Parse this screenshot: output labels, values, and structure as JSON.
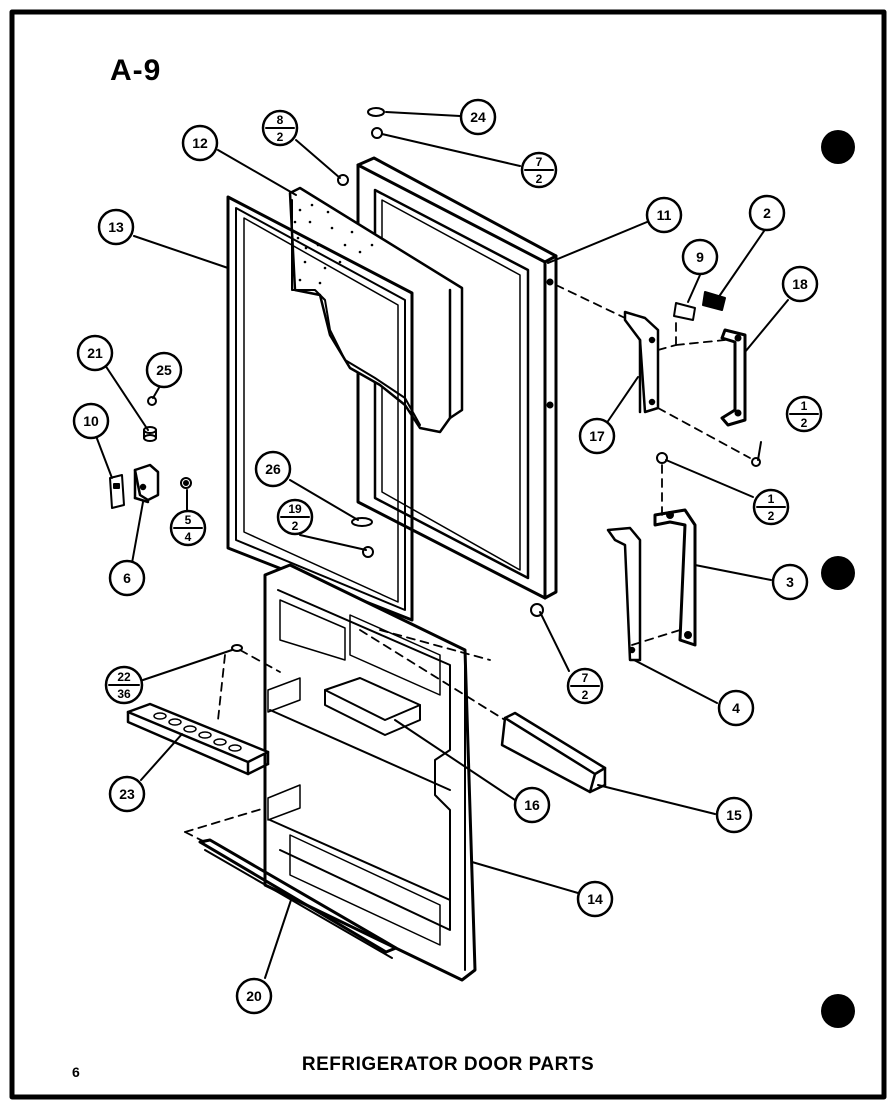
{
  "page": {
    "title": "A-9",
    "caption": "REFRIGERATOR DOOR PARTS",
    "page_number": "6"
  },
  "callouts": [
    {
      "id": "c24",
      "label": "24"
    },
    {
      "id": "c8_2",
      "num": "8",
      "den": "2"
    },
    {
      "id": "c7_2a",
      "num": "7",
      "den": "2"
    },
    {
      "id": "c12",
      "label": "12"
    },
    {
      "id": "c13",
      "label": "13"
    },
    {
      "id": "c11",
      "label": "11"
    },
    {
      "id": "c2",
      "label": "2"
    },
    {
      "id": "c9",
      "label": "9"
    },
    {
      "id": "c18",
      "label": "18"
    },
    {
      "id": "c21",
      "label": "21"
    },
    {
      "id": "c25",
      "label": "25"
    },
    {
      "id": "c10",
      "label": "10"
    },
    {
      "id": "c17",
      "label": "17"
    },
    {
      "id": "c1_2a",
      "num": "1",
      "den": "2"
    },
    {
      "id": "c26",
      "label": "26"
    },
    {
      "id": "c1_2b",
      "num": "1",
      "den": "2"
    },
    {
      "id": "c5_4",
      "num": "5",
      "den": "4"
    },
    {
      "id": "c19_2",
      "num": "19",
      "den": "2"
    },
    {
      "id": "c6",
      "label": "6"
    },
    {
      "id": "c3",
      "label": "3"
    },
    {
      "id": "c7_2b",
      "num": "7",
      "den": "2"
    },
    {
      "id": "c22_36",
      "num": "22",
      "den": "36"
    },
    {
      "id": "c4",
      "label": "4"
    },
    {
      "id": "c23",
      "label": "23"
    },
    {
      "id": "c16",
      "label": "16"
    },
    {
      "id": "c15",
      "label": "15"
    },
    {
      "id": "c14",
      "label": "14"
    },
    {
      "id": "c20",
      "label": "20"
    }
  ]
}
